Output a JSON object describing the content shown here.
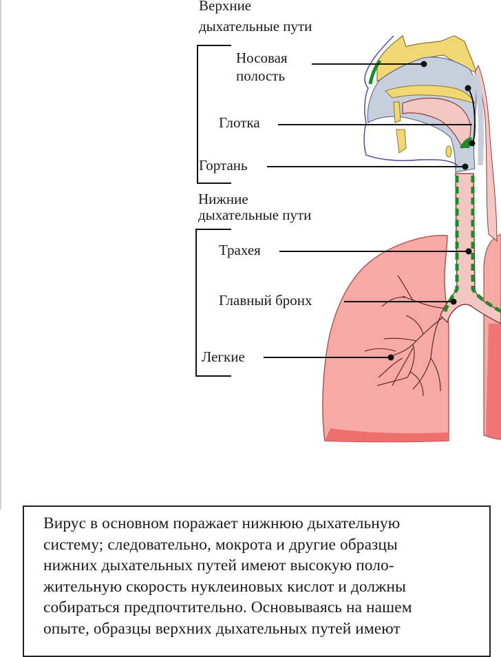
{
  "groups": {
    "upper": {
      "line1": "Верхние",
      "line2": "дыхательные пути"
    },
    "lower": {
      "line1": "Нижние",
      "line2": "дыхательные пути"
    }
  },
  "labels": {
    "nasal_cavity": {
      "line1": "Носовая",
      "line2": "полость"
    },
    "pharynx": "Глотка",
    "larynx": "Гортань",
    "trachea": "Трахея",
    "main_bronchus": "Главный бронх",
    "lungs": "Легкие"
  },
  "colors": {
    "lung_fill": "#f6a9a5",
    "lung_dark": "#ef6f6f",
    "airway_fill": "#c7cfdc",
    "bone": "#f2d875",
    "mucosa_green": "#1e8a2c",
    "tissue_pink": "#f4c8c2"
  },
  "text_lines": [
    "Вирус в основном поражает нижнюю дыхательную",
    "систему; следовательно, мокрота и другие образцы",
    "нижних дыхательных путей имеют высокую поло-",
    "жительную скорость нуклеиновых кислот и должны",
    "собираться предпочтительно. Основываясь на нашем",
    "опыте, образцы верхних дыхательных путей имеют"
  ]
}
